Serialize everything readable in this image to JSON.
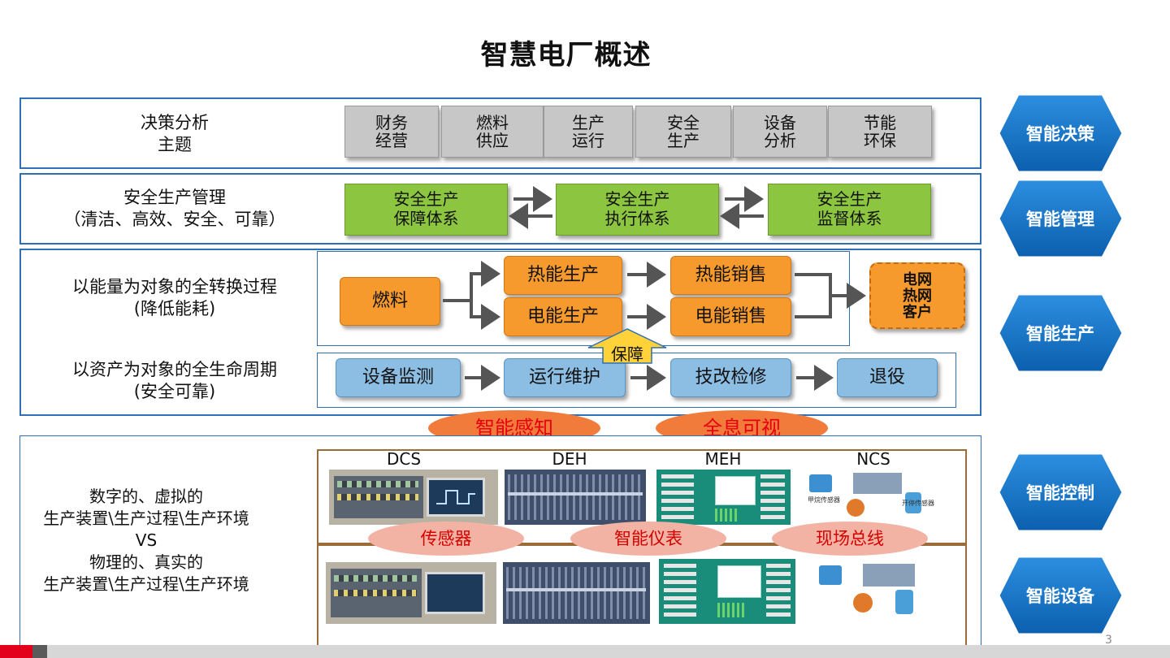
{
  "page_title": "智慧电厂概述",
  "page_number": "3",
  "decision": {
    "label": [
      "决策分析",
      "主题"
    ],
    "topics": [
      [
        "财务",
        "经营"
      ],
      [
        "燃料",
        "供应"
      ],
      [
        "生产",
        "运行"
      ],
      [
        "安全",
        "生产"
      ],
      [
        "设备",
        "分析"
      ],
      [
        "节能",
        "环保"
      ]
    ]
  },
  "management": {
    "label": [
      "安全生产管理",
      "（清洁、高效、安全、可靠）"
    ],
    "systems": [
      [
        "安全生产",
        "保障体系"
      ],
      [
        "安全生产",
        "执行体系"
      ],
      [
        "安全生产",
        "监督体系"
      ]
    ]
  },
  "production": {
    "energy_label": [
      "以能量为对象的全转换过程",
      "(降低能耗)"
    ],
    "asset_label": [
      "以资产为对象的全生命周期",
      "(安全可靠)"
    ],
    "fuel": "燃料",
    "heat_gen": "热能生产",
    "power_gen": "电能生产",
    "heat_sales": "热能销售",
    "power_sales": "电能销售",
    "customers": [
      "电网",
      "热网",
      "客户"
    ],
    "guarantee": "保障",
    "lifecycle": [
      "设备监测",
      "运行维护",
      "技改检修",
      "退役"
    ]
  },
  "perception": [
    "智能感知",
    "全息可视"
  ],
  "control": {
    "label": [
      "数字的、虚拟的",
      "生产装置\\生产过程\\生产环境",
      "VS",
      "物理的、真实的",
      "生产装置\\生产过程\\生产环境"
    ],
    "systems": [
      "DCS",
      "DEH",
      "MEH",
      "NCS"
    ],
    "devices": [
      "传感器",
      "智能仪表",
      "现场总线"
    ],
    "sensor_labels": [
      "甲烷传感器",
      "开停传感器"
    ]
  },
  "levels": [
    "智能决策",
    "智能管理",
    "智能生产",
    "智能控制",
    "智能设备"
  ],
  "colors": {
    "band_border": "#2e6fb5",
    "hex_blue": "#1a7bd0",
    "green": "#8cc53f",
    "orange": "#f79a2e",
    "light_blue": "#8cbde3",
    "red_text": "#e60012"
  }
}
